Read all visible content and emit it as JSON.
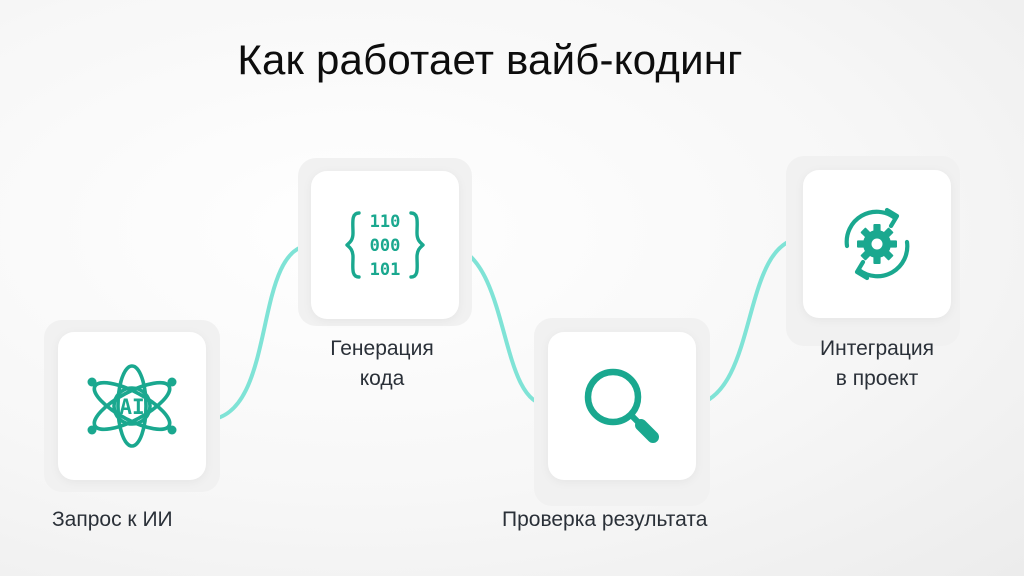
{
  "title": "Как работает вайб-кодинг",
  "colors": {
    "accent": "#1aa88f",
    "connector": "#7fe3d6",
    "card": "#ffffff"
  },
  "steps": [
    {
      "icon": "ai-atom-icon",
      "label": "Запрос к ИИ"
    },
    {
      "icon": "binary-code-icon",
      "label_line1": "Генерация",
      "label_line2": "кода"
    },
    {
      "icon": "magnifier-icon",
      "label": "Проверка результата"
    },
    {
      "icon": "gear-refresh-icon",
      "label_line1": "Интеграция",
      "label_line2": "в проект"
    }
  ],
  "binary": {
    "row1": "110",
    "row2": "000",
    "row3": "101"
  },
  "ai_text": "AI"
}
